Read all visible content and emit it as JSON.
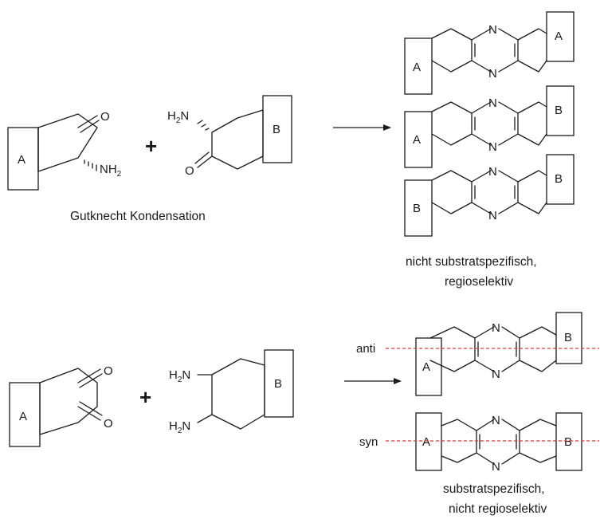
{
  "labels": {
    "ring_a": "A",
    "ring_b": "B",
    "oxygen": "O",
    "nitrogen": "N",
    "h": "H",
    "h2": "2",
    "nh": "NH",
    "plus": "+",
    "gutknecht": "Gutknecht Kondensation",
    "top_note_line1": "nicht substratspezifisch,",
    "top_note_line2": "regioselektiv",
    "anti": "anti",
    "syn": "syn",
    "bottom_note_line1": "substratspezifisch,",
    "bottom_note_line2": "nicht regioselektiv"
  },
  "colors": {
    "ink": "#1a1a1a",
    "dash": "#e53935"
  }
}
